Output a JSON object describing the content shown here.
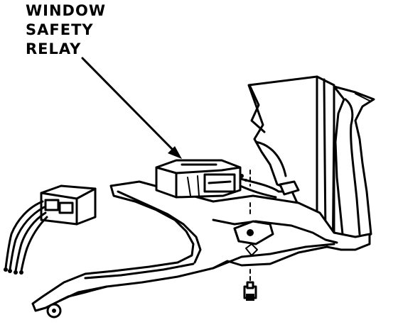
{
  "callout": {
    "line1": "WINDOW",
    "line2": "SAFETY",
    "line3": "RELAY"
  }
}
